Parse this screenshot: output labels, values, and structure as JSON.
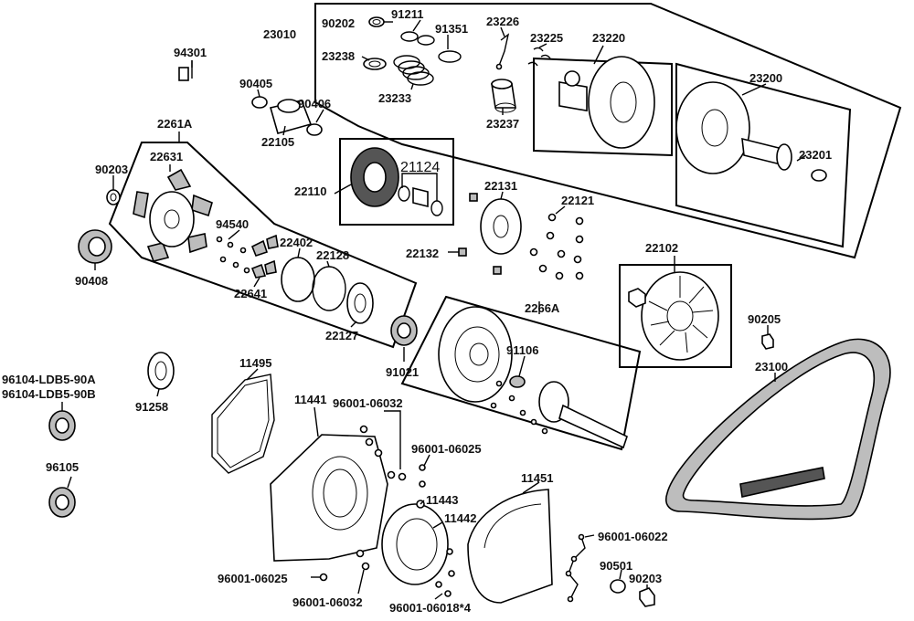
{
  "labels": {
    "l90202": "90202",
    "l91211": "91211",
    "l91351": "91351",
    "l23226": "23226",
    "l23010": "23010",
    "l23225": "23225",
    "l23220": "23220",
    "l23238": "23238",
    "l23233": "23233",
    "l23237": "23237",
    "l23200": "23200",
    "l23201": "23201",
    "l94301": "94301",
    "l90405": "90405",
    "l90406": "90406",
    "l22105": "22105",
    "l2261A": "2261A",
    "l22631": "22631",
    "l90203a": "90203",
    "l94540": "94540",
    "l22402": "22402",
    "l22128": "22128",
    "l22641": "22641",
    "l22127": "22127",
    "l90408": "90408",
    "l22110": "22110",
    "l21124": "21124",
    "l22131": "22131",
    "l22121": "22121",
    "l22132": "22132",
    "l22102": "22102",
    "l90205": "90205",
    "l23100": "23100",
    "l2266A": "2266A",
    "l91106": "91106",
    "l91021": "91021",
    "l11495": "11495",
    "l11441": "11441",
    "l96001_06032a": "96001-06032",
    "l96001_06025a": "96001-06025",
    "l11443": "11443",
    "l11442": "11442",
    "l11451": "11451",
    "l96001_06022": "96001-06022",
    "l90501": "90501",
    "l90203b": "90203",
    "l96001_06025b": "96001-06025",
    "l96001_06032b": "96001-06032",
    "l96001_06018": "96001-06018*4",
    "l96104a": "96104-LDB5-90A",
    "l96104b": "96104-LDB5-90B",
    "l91258": "91258",
    "l96105": "96105"
  }
}
